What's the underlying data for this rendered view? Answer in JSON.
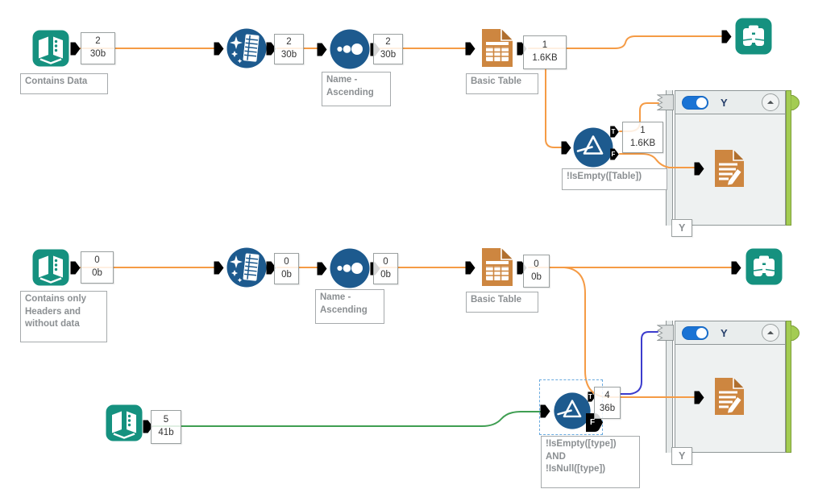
{
  "colors": {
    "teal": "#15917f",
    "tool_blue": "#1d5a8e",
    "icon_orange": "#cd8640",
    "wire_orange": "#f59b45",
    "wire_green": "#3f9e52",
    "wire_blue": "#3c3ccd",
    "anchor_green": "#b2d36a",
    "anchor_border": "#7c9a33",
    "container_green_bar": "#a3cc52",
    "toggle_blue": "#1a73d4"
  },
  "anchors": {
    "true_label": "T",
    "false_label": "F"
  },
  "nodes": {
    "input1": {
      "label": "Contains Data",
      "count": "2",
      "size": "30b"
    },
    "cleanse1": {
      "count": "2",
      "size": "30b"
    },
    "sort1": {
      "label": "Name -\nAscending",
      "count": "2",
      "size": "30b"
    },
    "table1": {
      "label": "Basic Table",
      "count": "1",
      "size": "1.6KB"
    },
    "filter1": {
      "label": "!IsEmpty([Table])",
      "true_count": "1",
      "true_size": "1.6KB"
    },
    "input2": {
      "label": "Contains only\nHeaders and\nwithout data",
      "count": "0",
      "size": "0b"
    },
    "cleanse2": {
      "count": "0",
      "size": "0b"
    },
    "sort2": {
      "label": "Name -\nAscending",
      "count": "0",
      "size": "0b"
    },
    "table2": {
      "label": "Basic Table",
      "count": "0",
      "size": "0b"
    },
    "input3": {
      "count": "5",
      "size": "41b"
    },
    "filter2": {
      "label": "!IsEmpty([type])\nAND\n!IsNull([type])",
      "true_count": "4",
      "true_size": "36b"
    }
  },
  "containers": {
    "c1": {
      "title": "Y",
      "tag": "Y",
      "toggle_on": true
    },
    "c2": {
      "title": "Y",
      "tag": "Y",
      "toggle_on": true
    }
  }
}
